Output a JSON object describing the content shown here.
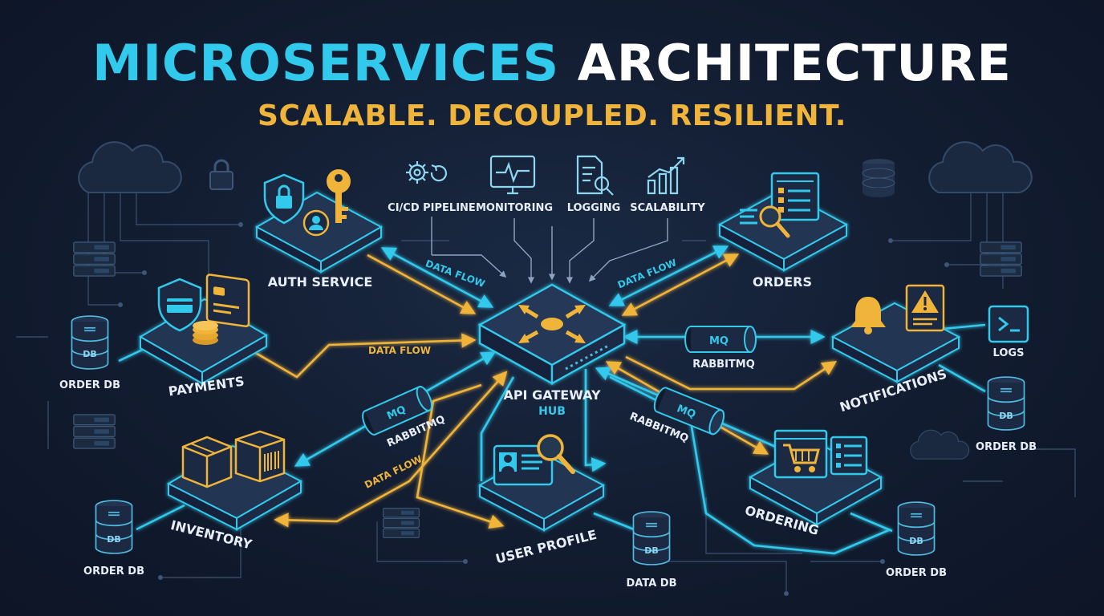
{
  "header": {
    "title_part1": "MICROSERVICES",
    "title_part2": "ARCHITECTURE",
    "subtitle": "SCALABLE. DECOUPLED. RESILIENT."
  },
  "top_tools": [
    "CI/CD PIPELINE",
    "MONITORING",
    "LOGGING",
    "SCALABILITY"
  ],
  "services": {
    "auth": "AUTH SERVICE",
    "payments": "PAYMENTS",
    "inventory": "INVENTORY",
    "gateway": "API GATEWAY",
    "gateway_sub": "HUB",
    "user_profile": "USER PROFILE",
    "orders": "ORDERS",
    "notifications": "NOTIFICATIONS",
    "ordering": "ORDERING"
  },
  "databases": {
    "db_glyph": "DB",
    "payments_db": "ORDER DB",
    "inventory_db": "ORDER DB",
    "profile_db": "DATA DB",
    "notifications_db": "ORDER DB",
    "ordering_db": "ORDER DB"
  },
  "queues": {
    "glyph": "MQ",
    "right_queue": "RABBITMQ",
    "left_queue": "RABBITMQ",
    "lower_right_queue": "RABBITMQ"
  },
  "flows": {
    "auth_flow": "DATA FLOW",
    "orders_flow": "DATA FLOW",
    "payments_flow": "DATA FLOW",
    "inventory_flow": "DATA FLOW"
  },
  "logs": "LOGS",
  "colors": {
    "cyan": "#31c9ec",
    "gold": "#f0b43a",
    "white": "#ffffff",
    "background": "#121c30"
  }
}
